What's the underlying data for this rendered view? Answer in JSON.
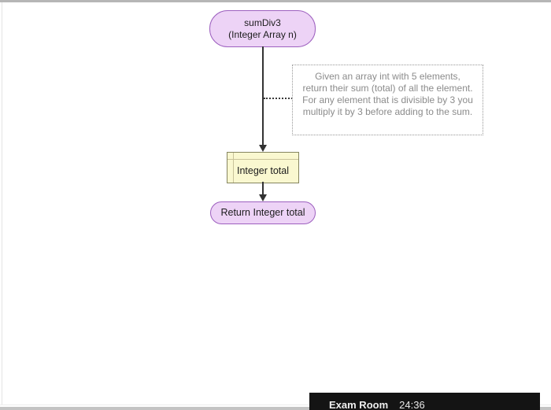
{
  "page": {
    "background": "#ffffff"
  },
  "flowchart": {
    "start_terminal": {
      "line1": "sumDiv3",
      "line2": "(Integer Array n)",
      "fill": "#edd3f6",
      "border": "#9d60bf"
    },
    "comment": {
      "text": "Given an array int with 5 elements, return their sum (total) of all the element. For any element that is divisible by 3 you multiply it by 3 before adding to the sum.",
      "text_color": "#8b8b8b"
    },
    "declare": {
      "label": "Integer total",
      "fill": "#faf8d0",
      "border": "#85855f"
    },
    "return_terminal": {
      "label": "Return Integer total",
      "fill": "#edd3f6",
      "border": "#9d60bf"
    },
    "connector_color": "#333333"
  },
  "overlay_bar": {
    "title": "Exam Room",
    "timer": "24:36",
    "background": "#141414",
    "text_color": "#f0f0f0"
  }
}
